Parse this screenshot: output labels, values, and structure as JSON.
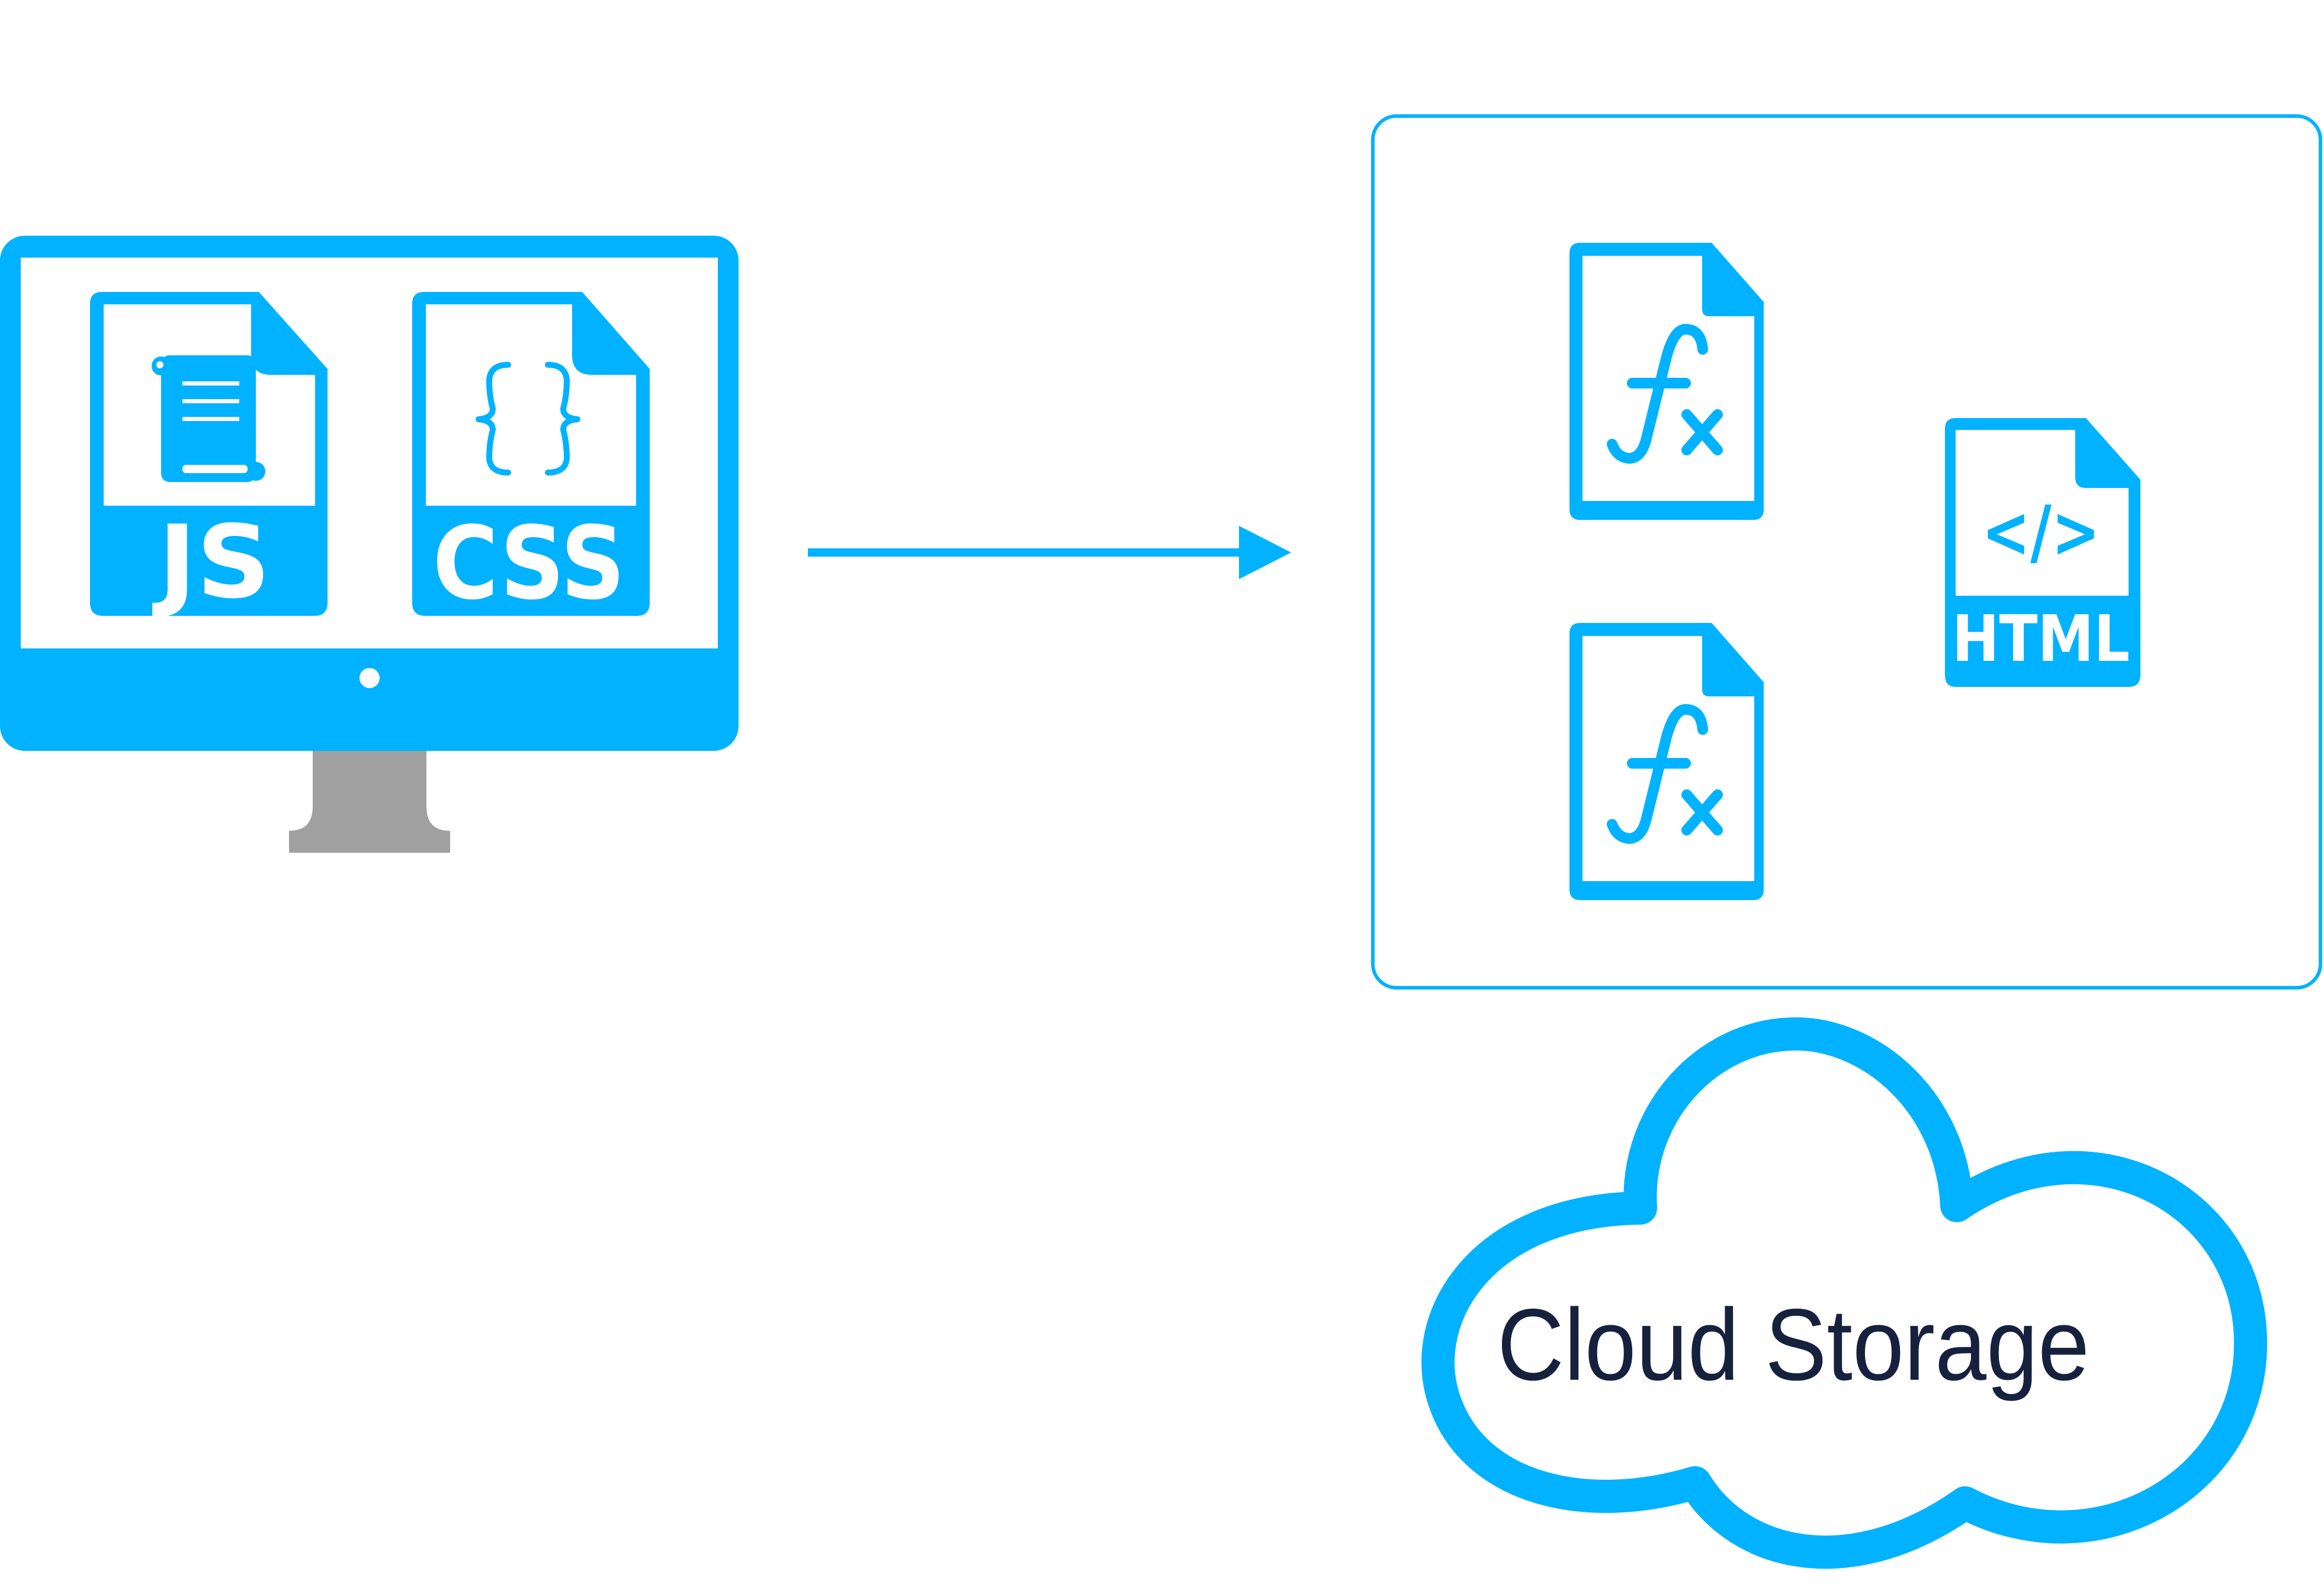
{
  "colors": {
    "accent": "#00b2ff",
    "stand": "#a0a0a0",
    "text": "#16213e",
    "background": "#ffffff"
  },
  "monitor": {
    "files": [
      {
        "icon": "scroll-icon",
        "label": "JS"
      },
      {
        "icon": "curly-braces-icon",
        "label": "CSS"
      }
    ]
  },
  "output_box": {
    "files": [
      {
        "icon": "function-fx-icon"
      },
      {
        "icon": "function-fx-icon"
      },
      {
        "icon": "code-tag-icon",
        "symbol": "</>",
        "label": "HTML"
      }
    ]
  },
  "cloud": {
    "label": "Cloud Storage"
  }
}
